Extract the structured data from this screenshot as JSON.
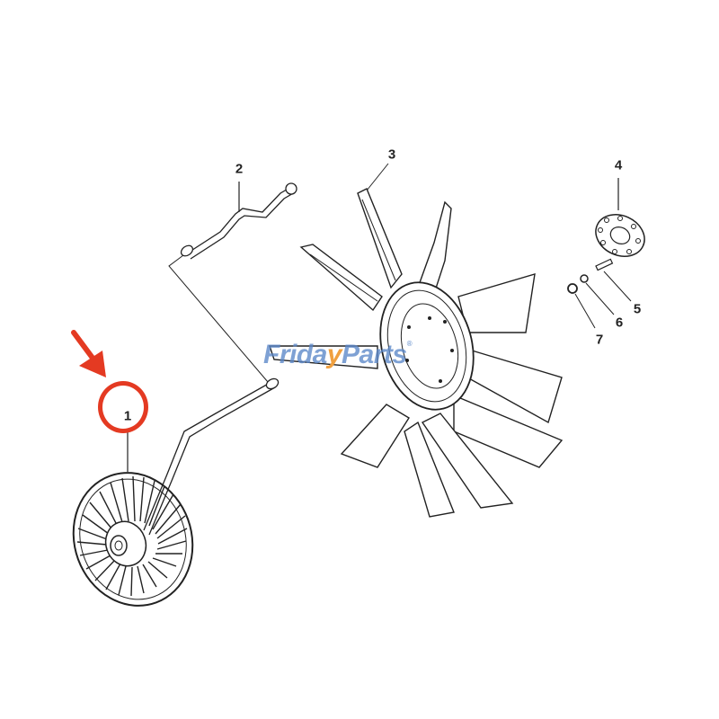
{
  "diagram": {
    "type": "exploded-parts-diagram",
    "subject": "Fan drive assembly",
    "callouts": [
      {
        "id": "1",
        "label": "1",
        "part": "fan-clutch",
        "highlighted": true
      },
      {
        "id": "2",
        "label": "2",
        "part": "tube-line"
      },
      {
        "id": "3",
        "label": "3",
        "part": "fan-blade"
      },
      {
        "id": "4",
        "label": "4",
        "part": "spacer-plate"
      },
      {
        "id": "5",
        "label": "5",
        "part": "bolt"
      },
      {
        "id": "6",
        "label": "6",
        "part": "washer"
      },
      {
        "id": "7",
        "label": "7",
        "part": "nut"
      }
    ],
    "highlight": {
      "target": "1",
      "color": "#e43a22",
      "marker": "red-circle-with-arrow"
    }
  },
  "watermark": {
    "text_pre": "Frida",
    "text_mid": "y",
    "text_post": "Parts",
    "registered": "®",
    "color": "#5a87c8",
    "accent_color": "#f0a040"
  },
  "colors": {
    "line": "#222222",
    "background": "#ffffff",
    "highlight": "#e43a22"
  }
}
